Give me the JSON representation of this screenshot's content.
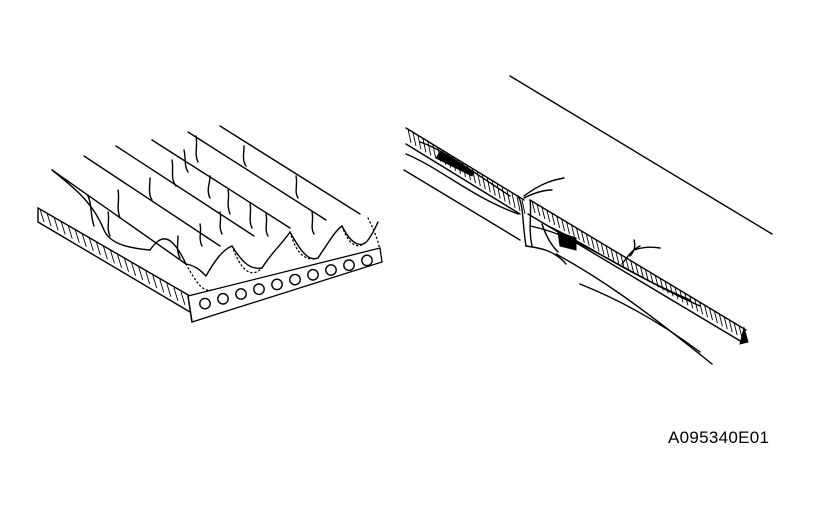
{
  "figure": {
    "reference_code": "A095340E01",
    "left_illustration": "ribbed-belt-cracks",
    "right_illustration": "belt-section-cracks"
  }
}
